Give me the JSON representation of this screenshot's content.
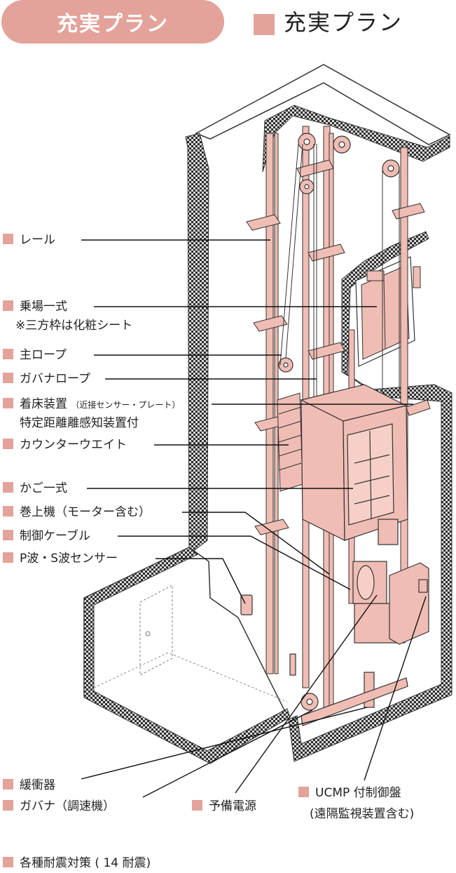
{
  "header": {
    "badge_text": "充実プラン",
    "title": "充実プラン"
  },
  "labels": {
    "rail": "レール",
    "landing": "乗場一式",
    "landing_note": "※三方枠は化粧シート",
    "main_rope": "主ロープ",
    "governor_rope": "ガバナロープ",
    "leveling": "着床装置",
    "leveling_note": "（近接センサー・プレート）",
    "leveling_sub": "特定距離離感知装置付",
    "counterweight": "カウンターウエイト",
    "car": "かご一式",
    "hoist": "巻上機（モーター含む）",
    "control_cable": "制御ケーブル",
    "ps_sensor": "P波・S波センサー",
    "buffer": "緩衝器",
    "governor": "ガバナ（調速機）",
    "backup_power": "予備電源",
    "ucmp": "UCMP 付制御盤",
    "ucmp_sub": "(遠隔監視装置含む)",
    "seismic": "各種耐震対策 ( 14 耐震)"
  },
  "colors": {
    "accent": "#e3a29a",
    "equipment": "#f0bdb4",
    "wall_dark": "#3a3a3a"
  }
}
